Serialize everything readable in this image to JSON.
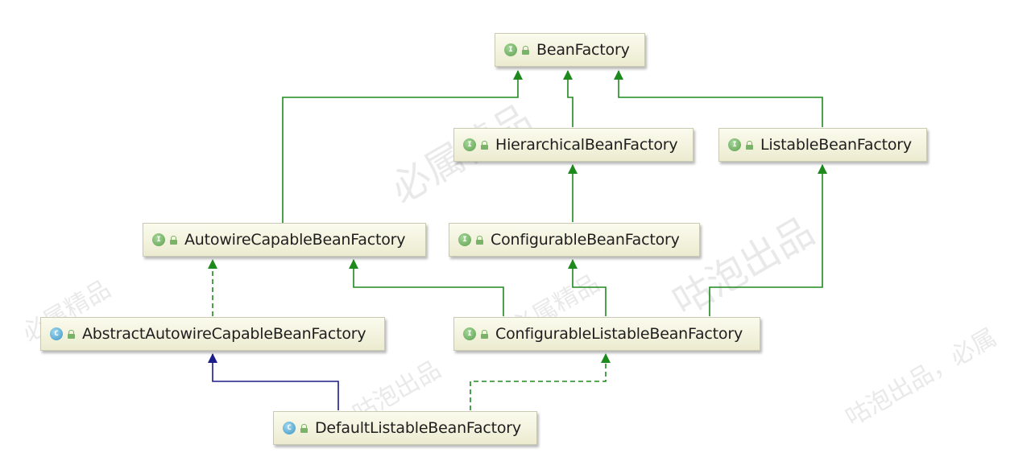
{
  "diagram": {
    "nodes": [
      {
        "id": "bean-factory",
        "label": "BeanFactory",
        "kind": "interface"
      },
      {
        "id": "hierarchical-bean-factory",
        "label": "HierarchicalBeanFactory",
        "kind": "interface"
      },
      {
        "id": "listable-bean-factory",
        "label": "ListableBeanFactory",
        "kind": "interface"
      },
      {
        "id": "autowire-capable-bean-factory",
        "label": "AutowireCapableBeanFactory",
        "kind": "interface"
      },
      {
        "id": "configurable-bean-factory",
        "label": "ConfigurableBeanFactory",
        "kind": "interface"
      },
      {
        "id": "abstract-autowire-capable-bean-factory",
        "label": "AbstractAutowireCapableBeanFactory",
        "kind": "class"
      },
      {
        "id": "configurable-listable-bean-factory",
        "label": "ConfigurableListableBeanFactory",
        "kind": "interface"
      },
      {
        "id": "default-listable-bean-factory",
        "label": "DefaultListableBeanFactory",
        "kind": "class"
      }
    ],
    "edges": [
      {
        "from": "hierarchical-bean-factory",
        "to": "bean-factory",
        "type": "extends"
      },
      {
        "from": "listable-bean-factory",
        "to": "bean-factory",
        "type": "extends"
      },
      {
        "from": "autowire-capable-bean-factory",
        "to": "bean-factory",
        "type": "extends"
      },
      {
        "from": "configurable-bean-factory",
        "to": "hierarchical-bean-factory",
        "type": "extends"
      },
      {
        "from": "abstract-autowire-capable-bean-factory",
        "to": "autowire-capable-bean-factory",
        "type": "implements"
      },
      {
        "from": "configurable-listable-bean-factory",
        "to": "autowire-capable-bean-factory",
        "type": "extends"
      },
      {
        "from": "configurable-listable-bean-factory",
        "to": "configurable-bean-factory",
        "type": "extends"
      },
      {
        "from": "configurable-listable-bean-factory",
        "to": "listable-bean-factory",
        "type": "extends"
      },
      {
        "from": "default-listable-bean-factory",
        "to": "abstract-autowire-capable-bean-factory",
        "type": "class-extends"
      },
      {
        "from": "default-listable-bean-factory",
        "to": "configurable-listable-bean-factory",
        "type": "implements"
      }
    ],
    "kind_glyphs": {
      "interface": "I",
      "class": "C"
    },
    "colors": {
      "interface_edge": "#1e8a1e",
      "class_edge": "#1c1c8c",
      "node_border": "#c9c9b4"
    }
  },
  "watermarks": [
    {
      "id": "wm-1",
      "text": "必属精品"
    },
    {
      "id": "wm-2",
      "text": "必属精品"
    },
    {
      "id": "wm-3",
      "text": "咕泡出品"
    },
    {
      "id": "wm-4",
      "text": "咕泡出品，必属"
    },
    {
      "id": "wm-5",
      "text": "必属精品"
    },
    {
      "id": "wm-6",
      "text": "咕泡出品"
    }
  ]
}
